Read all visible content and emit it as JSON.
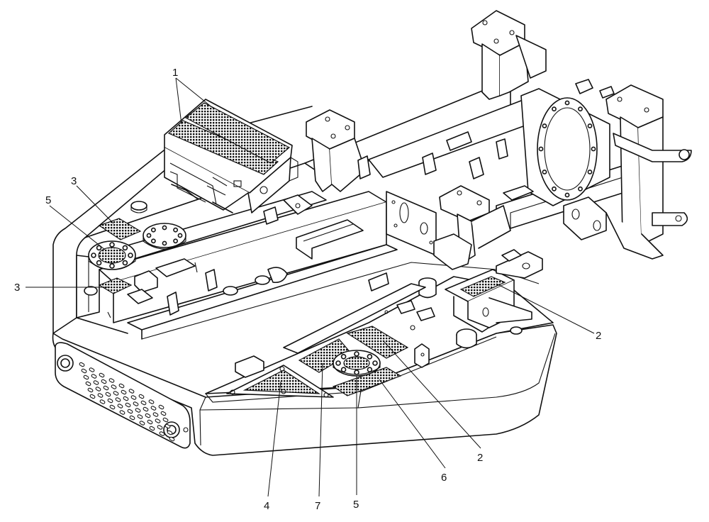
{
  "figure": {
    "callouts": [
      {
        "id": "c1",
        "label": "1"
      },
      {
        "id": "c2a",
        "label": "2"
      },
      {
        "id": "c2b",
        "label": "2"
      },
      {
        "id": "c3a",
        "label": "3"
      },
      {
        "id": "c3b",
        "label": "3"
      },
      {
        "id": "c4",
        "label": "4"
      },
      {
        "id": "c5a",
        "label": "5"
      },
      {
        "id": "c5b",
        "label": "5"
      },
      {
        "id": "c6",
        "label": "6"
      },
      {
        "id": "c7",
        "label": "7"
      }
    ]
  }
}
